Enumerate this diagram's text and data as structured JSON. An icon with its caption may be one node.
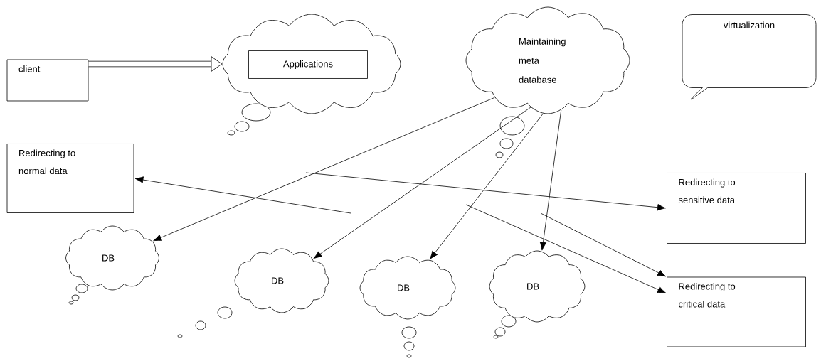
{
  "diagram": {
    "nodes": [
      {
        "text": [
          "client"
        ]
      },
      {
        "text": [],
        "shape": "cloud"
      },
      {
        "text": [
          "Applications"
        ],
        "in": 1
      },
      {
        "text": [
          "Maintaining meta database"
        ]
      },
      {
        "text": [
          "virtualization"
        ]
      },
      {
        "text": [
          "Redirecting to normal data"
        ]
      },
      {
        "text": [
          "Redirecting to sensitive data"
        ]
      },
      {
        "text": [
          "DB"
        ]
      },
      {
        "text": [
          "DB"
        ]
      },
      {
        "text": [
          "DB"
        ]
      },
      {
        "text": [
          "DB"
        ]
      },
      {
        "text": [
          "Redirecting to critical data"
        ]
      }
    ],
    "edges": [
      {
        "from": 0,
        "to": 1,
        "arrow": "to",
        "style": "thick"
      },
      {
        "from": 3,
        "to": 7,
        "arrow": "to"
      },
      {
        "from": 3,
        "to": 8,
        "arrow": "to"
      },
      {
        "from": 3,
        "to": 9,
        "arrow": "to"
      },
      {
        "from": 3,
        "to": 10,
        "arrow": "to"
      },
      {
        "from": null,
        "to": 6,
        "arrow": "to"
      },
      {
        "from": null,
        "to": 5,
        "arrow": "to"
      },
      {
        "from": null,
        "to": 11,
        "arrow": "to"
      },
      {
        "from": null,
        "to": 11,
        "arrow": "to"
      }
    ]
  }
}
